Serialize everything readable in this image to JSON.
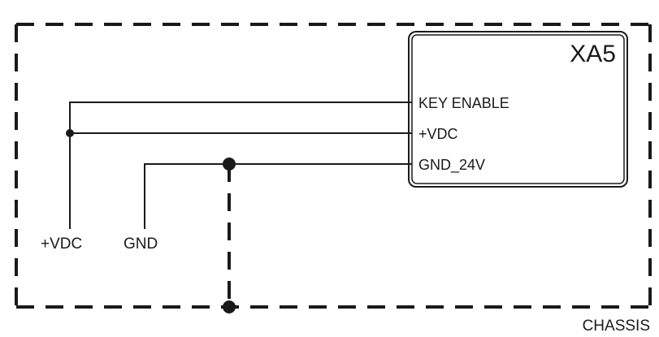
{
  "module": {
    "title": "XA5",
    "pins": [
      "KEY ENABLE",
      "+VDC",
      "GND_24V"
    ]
  },
  "terminals": {
    "vdc": "+VDC",
    "gnd": "GND"
  },
  "chassis_label": "CHASSIS"
}
